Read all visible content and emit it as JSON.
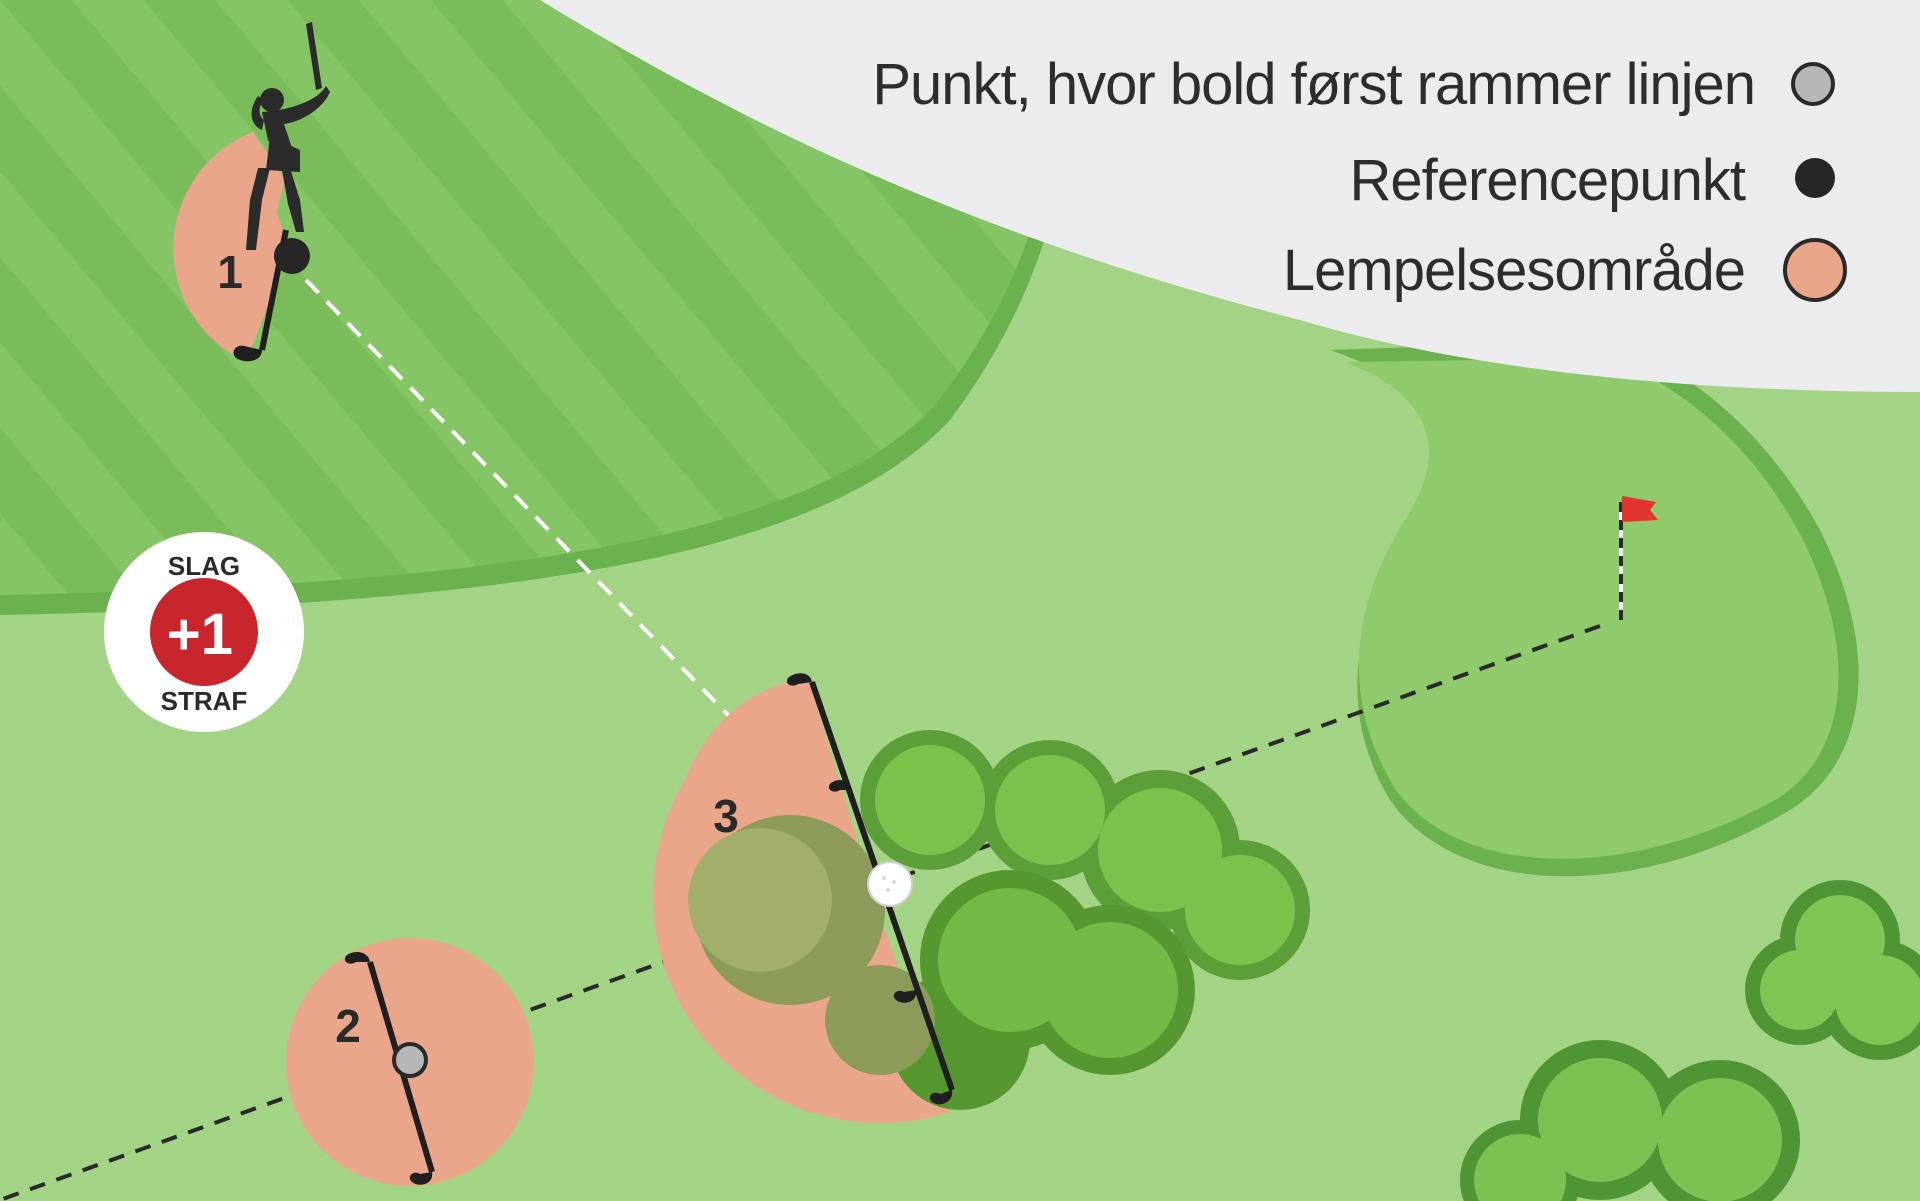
{
  "legend": {
    "first_cross_label": "Punkt, hvor bold først rammer linjen",
    "reference_label": "Referencepunkt",
    "relief_label": "Lempelsesområde"
  },
  "areas": {
    "area1_label": "1",
    "area2_label": "2",
    "area3_label": "3"
  },
  "penalty_badge": {
    "top_text": "SLAG",
    "value": "+1",
    "bottom_text": "STRAF"
  },
  "colors": {
    "rough": "#a3d384",
    "fairway_dark": "#7abd5b",
    "fairway_light": "#86c566",
    "green": "#8fca6c",
    "green_border": "#62ad4c",
    "relief_area": "#eaa68a",
    "legend_bg": "#ececee",
    "flag": "#e3342f",
    "badge_red": "#c9252c",
    "dot_dark": "#262626",
    "dot_gray": "#b7b7b7"
  },
  "icons": {
    "golfer": "golfer-silhouette-icon",
    "flag": "flag-pin-icon",
    "club": "golf-club-icon",
    "ball": "golf-ball-icon",
    "bushes": "bush-cluster-icon",
    "trees": "tree-cluster-icon"
  }
}
